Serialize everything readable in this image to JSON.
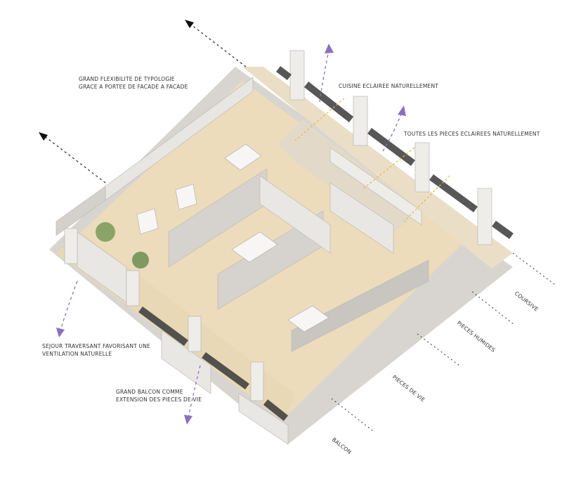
{
  "annotations": {
    "flexibility": [
      "GRAND FLEXIBILITE DE TYPOLOGIE",
      "GRACE A PORTEE DE FACADE A FACADE"
    ],
    "kitchen": "CUISINE ECLAIREE NATURELLEMENT",
    "all_rooms": "TOUTES LES PIECES ECLAIREES NATURELLEMENT",
    "living": [
      "SEJOUR TRAVERSANT FAVORISANT UNE",
      "VENTILATION NATURELLE"
    ],
    "balcony": [
      "GRAND BALCON COMME",
      "EXTENSION DES PIECES DE VIE"
    ]
  },
  "zones": {
    "coursive": "COURSIVE",
    "wet_rooms": "PIECES HUMIDES",
    "living_rooms": "PIECES DE VIE",
    "balcon": "BALCON"
  },
  "colors": {
    "floor_wood": "#ecdcbc",
    "wall": "#e8e6e2",
    "wall_shadow": "#c9c6c1",
    "railing": "#3a3a3a",
    "light_arrow": "#f0b040",
    "air_arrow": "#8a70c0"
  }
}
